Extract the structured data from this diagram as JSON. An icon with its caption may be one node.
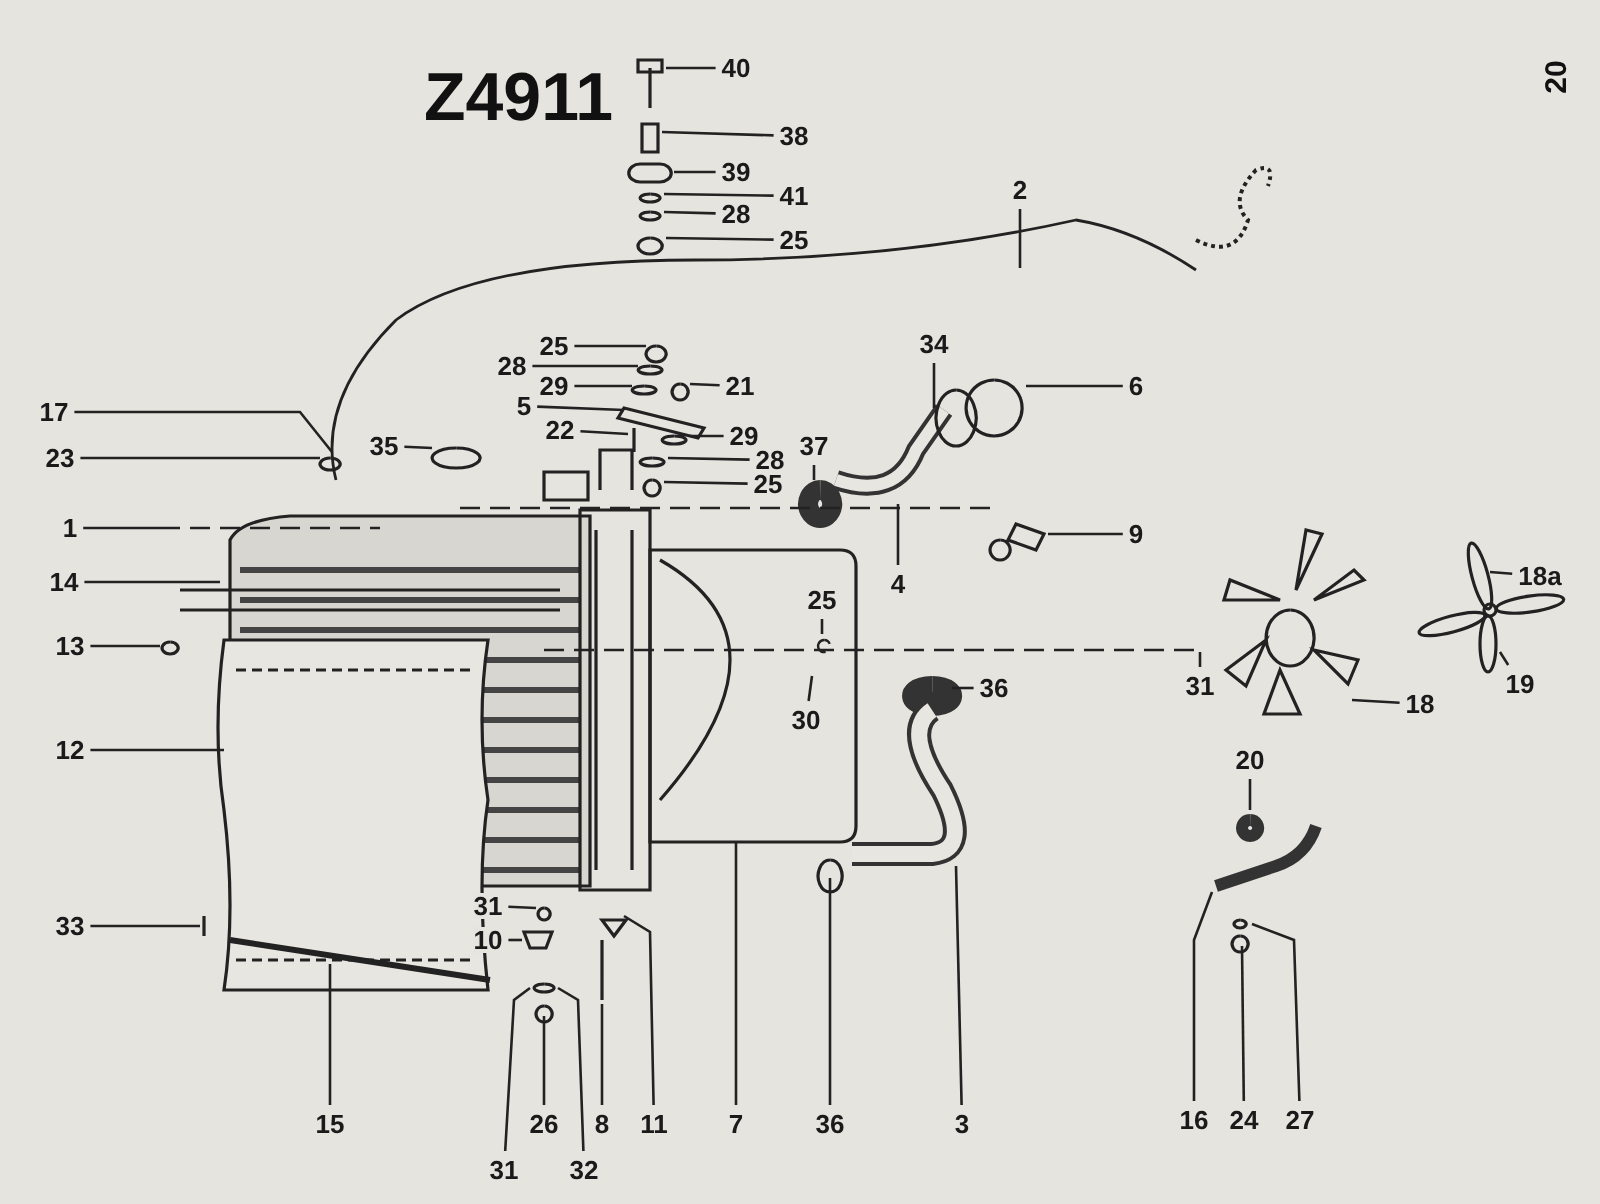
{
  "diagram": {
    "title": "Z4911",
    "nodes": [
      {
        "text": [
          "40"
        ]
      },
      {
        "text": [
          "38"
        ]
      },
      {
        "text": [
          "39"
        ]
      },
      {
        "text": [
          "41"
        ]
      },
      {
        "text": [
          "28"
        ]
      },
      {
        "text": [
          "25"
        ]
      },
      {
        "text": [
          "2"
        ]
      },
      {
        "text": [
          "34"
        ]
      },
      {
        "text": [
          "6"
        ]
      },
      {
        "text": [
          "25"
        ]
      },
      {
        "text": [
          "28"
        ]
      },
      {
        "text": [
          "21"
        ]
      },
      {
        "text": [
          "29"
        ]
      },
      {
        "text": [
          "5"
        ]
      },
      {
        "text": [
          "22"
        ]
      },
      {
        "text": [
          "29"
        ]
      },
      {
        "text": [
          "28"
        ]
      },
      {
        "text": [
          "25"
        ]
      },
      {
        "text": [
          "17"
        ]
      },
      {
        "text": [
          "23"
        ]
      },
      {
        "text": [
          "35"
        ]
      },
      {
        "text": [
          "37"
        ]
      },
      {
        "text": [
          "1"
        ]
      },
      {
        "text": [
          "4"
        ]
      },
      {
        "text": [
          "9"
        ]
      },
      {
        "text": [
          "14"
        ]
      },
      {
        "text": [
          "13"
        ]
      },
      {
        "text": [
          "18a"
        ]
      },
      {
        "text": [
          "19"
        ]
      },
      {
        "text": [
          "31"
        ]
      },
      {
        "text": [
          "25"
        ]
      },
      {
        "text": [
          "30"
        ]
      },
      {
        "text": [
          "36"
        ]
      },
      {
        "text": [
          "12"
        ]
      },
      {
        "text": [
          "18"
        ]
      },
      {
        "text": [
          "20"
        ]
      },
      {
        "text": [
          "33"
        ]
      },
      {
        "text": [
          "31"
        ]
      },
      {
        "text": [
          "10"
        ]
      },
      {
        "text": [
          "26"
        ]
      },
      {
        "text": [
          "31"
        ]
      },
      {
        "text": [
          "32"
        ]
      },
      {
        "text": [
          "8"
        ]
      },
      {
        "text": [
          "11"
        ]
      },
      {
        "text": [
          "7"
        ]
      },
      {
        "text": [
          "36"
        ]
      },
      {
        "text": [
          "3"
        ]
      },
      {
        "text": [
          "16"
        ]
      },
      {
        "text": [
          "24"
        ]
      },
      {
        "text": [
          "27"
        ]
      },
      {
        "text": [
          "15"
        ]
      }
    ],
    "edges": [
      {
        "from": 0,
        "to": null,
        "arrow": "none"
      },
      {
        "from": 1,
        "to": null,
        "arrow": "none"
      },
      {
        "from": 2,
        "to": null,
        "arrow": "none"
      },
      {
        "from": 3,
        "to": null,
        "arrow": "none"
      },
      {
        "from": 4,
        "to": null,
        "arrow": "none"
      },
      {
        "from": 5,
        "to": null,
        "arrow": "none"
      },
      {
        "from": 6,
        "to": null,
        "arrow": "none"
      },
      {
        "from": 7,
        "to": null,
        "arrow": "none"
      },
      {
        "from": 8,
        "to": null,
        "arrow": "none"
      },
      {
        "from": 9,
        "to": null,
        "arrow": "none"
      },
      {
        "from": 10,
        "to": null,
        "arrow": "none"
      },
      {
        "from": 11,
        "to": null,
        "arrow": "none"
      },
      {
        "from": 12,
        "to": null,
        "arrow": "none"
      },
      {
        "from": 13,
        "to": null,
        "arrow": "none"
      },
      {
        "from": 14,
        "to": null,
        "arrow": "none"
      },
      {
        "from": 15,
        "to": null,
        "arrow": "none"
      },
      {
        "from": 16,
        "to": null,
        "arrow": "none"
      },
      {
        "from": 17,
        "to": null,
        "arrow": "none"
      },
      {
        "from": 18,
        "to": null,
        "arrow": "none"
      },
      {
        "from": 19,
        "to": null,
        "arrow": "none"
      },
      {
        "from": 20,
        "to": null,
        "arrow": "none"
      },
      {
        "from": 21,
        "to": null,
        "arrow": "none"
      },
      {
        "from": 22,
        "to": null,
        "arrow": "none"
      },
      {
        "from": 23,
        "to": null,
        "arrow": "none"
      },
      {
        "from": 24,
        "to": null,
        "arrow": "none"
      },
      {
        "from": 25,
        "to": null,
        "arrow": "none"
      },
      {
        "from": 26,
        "to": null,
        "arrow": "none"
      },
      {
        "from": 27,
        "to": null,
        "arrow": "none"
      },
      {
        "from": 28,
        "to": null,
        "arrow": "none"
      },
      {
        "from": 29,
        "to": null,
        "arrow": "none"
      },
      {
        "from": 30,
        "to": null,
        "arrow": "none"
      },
      {
        "from": 31,
        "to": null,
        "arrow": "none"
      },
      {
        "from": 32,
        "to": null,
        "arrow": "none"
      },
      {
        "from": 33,
        "to": null,
        "arrow": "none"
      },
      {
        "from": 34,
        "to": null,
        "arrow": "none"
      },
      {
        "from": 35,
        "to": null,
        "arrow": "none"
      },
      {
        "from": 36,
        "to": null,
        "arrow": "none"
      },
      {
        "from": 37,
        "to": null,
        "arrow": "none"
      },
      {
        "from": 38,
        "to": null,
        "arrow": "none"
      },
      {
        "from": 39,
        "to": null,
        "arrow": "none"
      },
      {
        "from": 40,
        "to": null,
        "arrow": "none"
      },
      {
        "from": 41,
        "to": null,
        "arrow": "none"
      },
      {
        "from": 42,
        "to": null,
        "arrow": "none"
      },
      {
        "from": 43,
        "to": null,
        "arrow": "none"
      },
      {
        "from": 44,
        "to": null,
        "arrow": "none"
      },
      {
        "from": 45,
        "to": null,
        "arrow": "none"
      },
      {
        "from": 46,
        "to": null,
        "arrow": "none"
      },
      {
        "from": 47,
        "to": null,
        "arrow": "none"
      },
      {
        "from": 48,
        "to": null,
        "arrow": "none"
      },
      {
        "from": 49,
        "to": null,
        "arrow": "none"
      },
      {
        "from": 50,
        "to": null,
        "arrow": "none"
      }
    ],
    "labels": [
      "20"
    ]
  }
}
